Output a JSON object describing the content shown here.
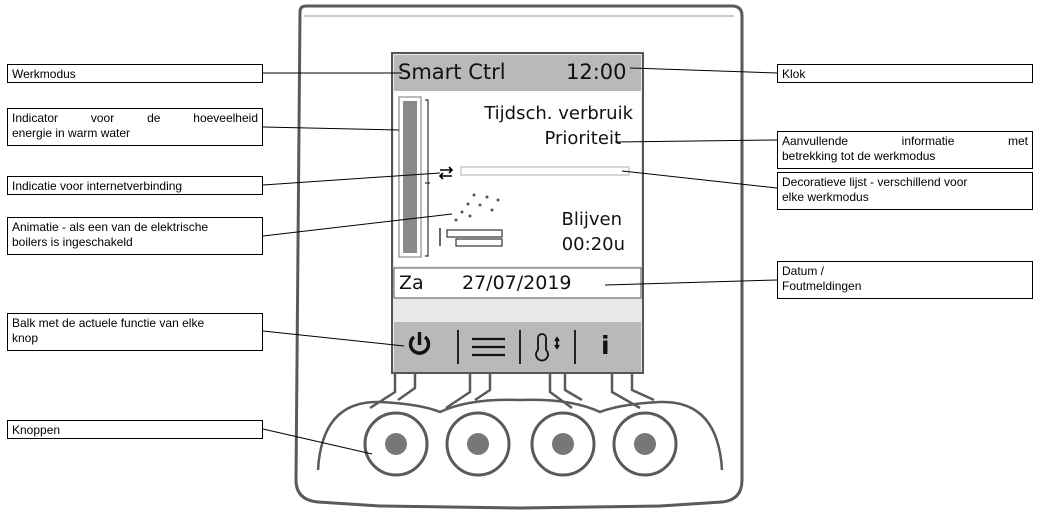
{
  "labels_left": {
    "work_mode": "Werkmodus",
    "energy_indicator_line1": "Indicator voor de hoeveelheid",
    "energy_indicator_line2": "energie in warm water",
    "internet_indicator": "Indicatie voor internetverbinding",
    "animation_line1": "Animatie - als een van de elektrische",
    "animation_line2": "boilers is ingeschakeld",
    "function_bar_line1": "Balk met de actuele functie van elke",
    "function_bar_line2": "knop",
    "buttons": "Knoppen"
  },
  "labels_right": {
    "clock": "Klok",
    "extra_info_line1": "Aanvullende informatie met",
    "extra_info_line2": "betrekking tot de werkmodus",
    "decorative_line1": "Decoratieve lijst - verschillend voor",
    "decorative_line2": "elke werkmodus",
    "date_line1": "Datum /",
    "date_line2": "Foutmeldingen"
  },
  "screen": {
    "mode": "Smart Ctrl",
    "time": "12:00",
    "info_line1": "Tijdsch. verbruik",
    "info_line2": "Prioriteit",
    "remaining_label": "Blijven",
    "remaining_time": "00:20u",
    "day": "Za",
    "date": "27/07/2019",
    "icons": [
      "power-icon",
      "menu-icon",
      "thermometer-icon",
      "info-icon"
    ],
    "info_glyph": "i"
  },
  "colors": {
    "display_bg": "#ffffff",
    "bar_bg": "#b9b9b9",
    "energy_bar": "#8a8a8a",
    "frame": "#555555"
  }
}
